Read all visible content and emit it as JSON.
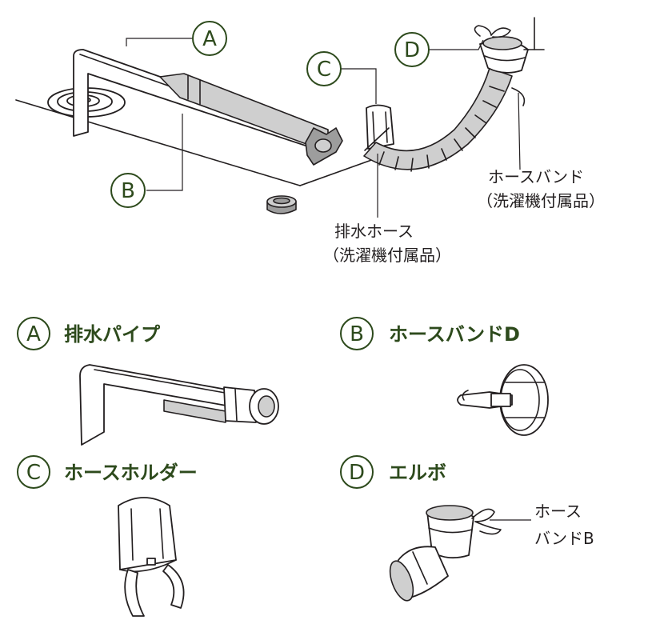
{
  "callouts": {
    "a": "A",
    "b": "B",
    "c": "C",
    "d": "D"
  },
  "labels": {
    "hose_band_line1": "ホースバンド",
    "hose_band_line2": "（洗濯機付属品）",
    "drain_hose_line1": "排水ホース",
    "drain_hose_line2": "（洗濯機付属品）",
    "hose_band_b_line1": "ホース",
    "hose_band_b_line2": "バンドB"
  },
  "parts": [
    {
      "letter": "A",
      "name": "排水パイプ"
    },
    {
      "letter": "B",
      "name": "ホースバンドD"
    },
    {
      "letter": "C",
      "name": "ホースホルダー"
    },
    {
      "letter": "D",
      "name": "エルボ"
    }
  ],
  "colors": {
    "accent_green": "#2d4a1c",
    "line": "#231f20",
    "fill_gray": "#cfcfcf"
  }
}
